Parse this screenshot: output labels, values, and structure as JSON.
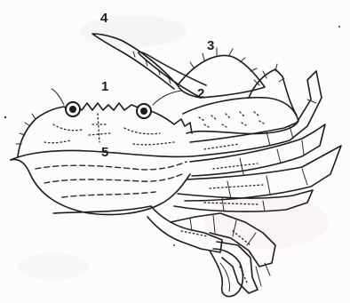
{
  "diagram": {
    "labels": {
      "one": "1",
      "two": "2",
      "three": "3",
      "four": "4",
      "five": "5"
    },
    "colors": {
      "ink": "#1e1c1c",
      "paper": "#fdfcfb",
      "watermark": "#f2eded"
    }
  }
}
